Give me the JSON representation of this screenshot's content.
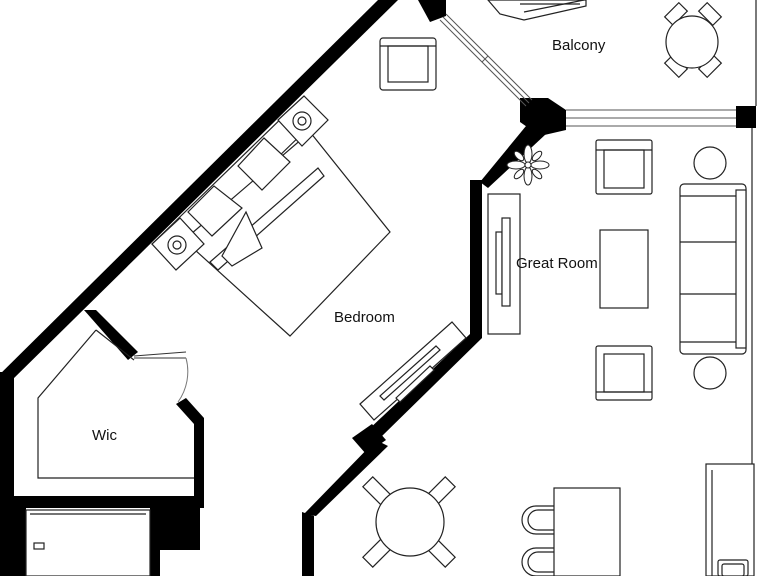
{
  "rooms": {
    "balcony": "Balcony",
    "great_room": "Great Room",
    "bedroom": "Bedroom",
    "wic": "Wic"
  },
  "colors": {
    "wall": "#000000",
    "line": "#222222",
    "background": "#ffffff"
  }
}
